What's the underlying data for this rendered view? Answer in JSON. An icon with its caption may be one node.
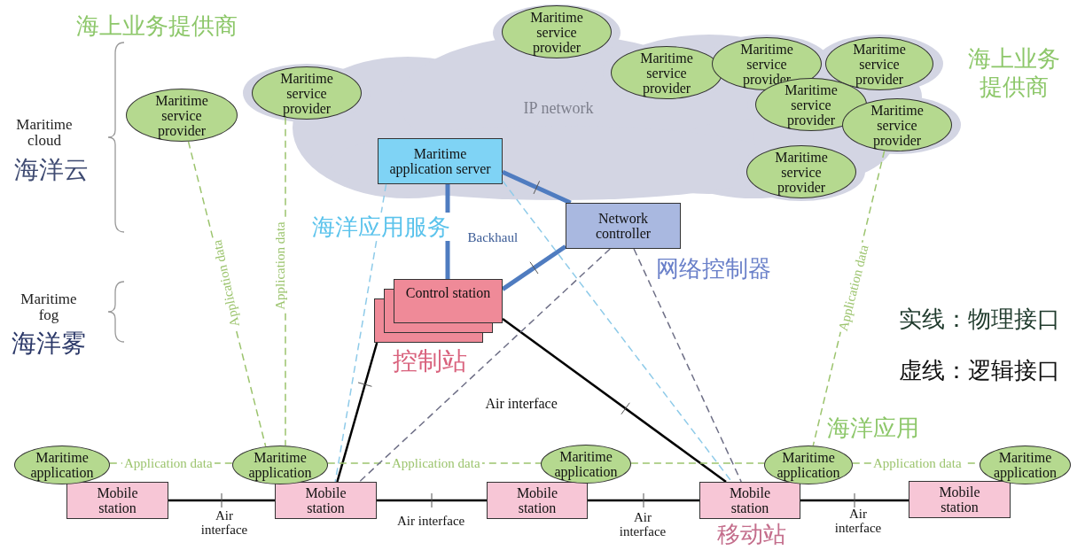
{
  "diagram": {
    "nodes": [
      {
        "text": [
          "IP network"
        ]
      },
      {
        "text": [
          "Maritime service provider"
        ],
        "in": 0
      },
      {
        "text": [
          "Maritime service provider"
        ]
      },
      {
        "text": [
          "Maritime service provider"
        ],
        "in": 0
      },
      {
        "text": [
          "Maritime service provider"
        ],
        "in": 0
      },
      {
        "text": [
          "Maritime service provider"
        ],
        "in": 0
      },
      {
        "text": [
          "Maritime service provider"
        ],
        "in": 0
      },
      {
        "text": [
          "Maritime service provider"
        ],
        "in": 0
      },
      {
        "text": [
          "Maritime service provider"
        ],
        "in": 0
      },
      {
        "text": [
          "Maritime service provider"
        ],
        "in": 0
      },
      {
        "text": [
          "Maritime application server"
        ],
        "in": 0
      },
      {
        "text": [
          "Network controller"
        ]
      },
      {
        "text": [
          "Control station"
        ]
      },
      {
        "text": [
          "Maritime application"
        ]
      },
      {
        "text": [
          "Mobile station"
        ]
      },
      {
        "text": [
          "Maritime application"
        ]
      },
      {
        "text": [
          "Mobile station"
        ]
      },
      {
        "text": [
          "Maritime application"
        ]
      },
      {
        "text": [
          "Mobile station"
        ]
      },
      {
        "text": [
          "Maritime application"
        ]
      },
      {
        "text": [
          "Mobile station"
        ]
      },
      {
        "text": [
          "Maritime application"
        ]
      },
      {
        "text": [
          "Mobile station"
        ]
      }
    ],
    "edges": [
      {
        "from": 10,
        "to": 11,
        "arrow": "none",
        "style": "thick",
        "color": "#4f7cc0"
      },
      {
        "from": 10,
        "to": 12,
        "arrow": "none",
        "label": "Backhaul",
        "style": "thick",
        "color": "#4f7cc0"
      },
      {
        "from": 11,
        "to": 12,
        "arrow": "none",
        "style": "thick",
        "color": "#4f7cc0"
      },
      {
        "from": 12,
        "to": 16,
        "arrow": "none",
        "color": "#000000"
      },
      {
        "from": 12,
        "to": 20,
        "arrow": "none",
        "color": "#000000"
      },
      {
        "from": 14,
        "to": 16,
        "arrow": "none",
        "label": "Air interface",
        "color": "#000000"
      },
      {
        "from": 16,
        "to": 18,
        "arrow": "none",
        "label": "Air interface",
        "color": "#000000"
      },
      {
        "from": 18,
        "to": 20,
        "arrow": "none",
        "label": "Air interface",
        "color": "#000000"
      },
      {
        "from": 20,
        "to": 22,
        "arrow": "none",
        "label": "Air interface",
        "color": "#000000"
      },
      {
        "from": 13,
        "to": 15,
        "arrow": "none",
        "label": "Application data",
        "style": "dashed"
      },
      {
        "from": 15,
        "to": 17,
        "arrow": "none",
        "label": "Application data",
        "style": "dashed"
      },
      {
        "from": 17,
        "to": 19,
        "arrow": "none",
        "style": "dashed"
      },
      {
        "from": 19,
        "to": 21,
        "arrow": "none",
        "label": "Application data",
        "style": "dashed"
      },
      {
        "from": 2,
        "to": 15,
        "arrow": "none",
        "label": "Application data",
        "style": "dashed"
      },
      {
        "from": 1,
        "to": 15,
        "arrow": "none",
        "label": "Application data",
        "style": "dashed"
      },
      {
        "from": 8,
        "to": 19,
        "arrow": "none",
        "label": "Application data",
        "style": "dashed"
      },
      {
        "from": 10,
        "to": 16,
        "arrow": "none",
        "style": "dashed",
        "color": "#8fcbe9"
      },
      {
        "from": 10,
        "to": 20,
        "arrow": "none",
        "style": "dashed",
        "color": "#8fcbe9"
      },
      {
        "from": 11,
        "to": 16,
        "arrow": "none",
        "style": "dashed",
        "color": "#6e6f86"
      },
      {
        "from": 11,
        "to": 20,
        "arrow": "none",
        "style": "dashed",
        "color": "#6e6f86"
      }
    ],
    "labels": [
      "海上业务提供商",
      "海上业务提供商",
      "Maritime cloud",
      "海洋云",
      "海洋应用服务",
      "网络控制器",
      "Maritime fog",
      "实线：物理接口",
      "海洋雾",
      "控制站",
      "虚线：逻辑接口",
      "Air interface",
      "海洋应用",
      "移动站"
    ]
  }
}
